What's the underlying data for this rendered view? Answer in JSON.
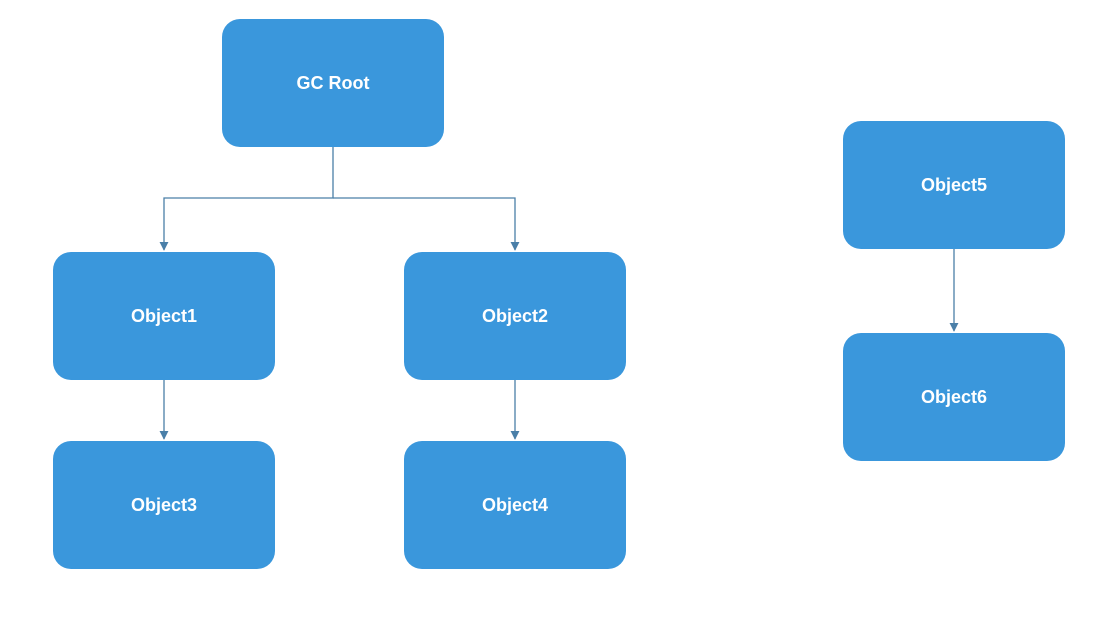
{
  "theme": {
    "node_fill": "#3a97dc",
    "edge_color": "#4a7fa8",
    "text_color": "#ffffff",
    "background": "#ffffff"
  },
  "nodes": {
    "gc_root": {
      "label": "GC Root"
    },
    "object1": {
      "label": "Object1"
    },
    "object2": {
      "label": "Object2"
    },
    "object3": {
      "label": "Object3"
    },
    "object4": {
      "label": "Object4"
    },
    "object5": {
      "label": "Object5"
    },
    "object6": {
      "label": "Object6"
    }
  },
  "edges": [
    {
      "from": "gc_root",
      "to": "object1"
    },
    {
      "from": "gc_root",
      "to": "object2"
    },
    {
      "from": "object1",
      "to": "object3"
    },
    {
      "from": "object2",
      "to": "object4"
    },
    {
      "from": "object5",
      "to": "object6"
    }
  ]
}
